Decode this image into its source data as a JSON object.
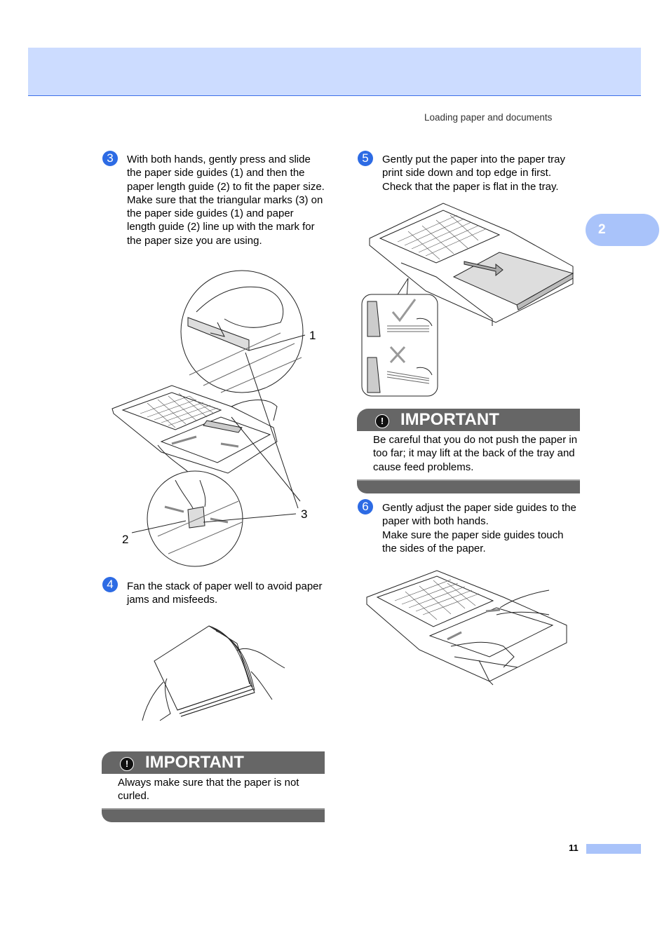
{
  "header": {
    "running_head": "Loading paper and documents"
  },
  "chapter_tab": {
    "number": "2"
  },
  "steps": [
    {
      "number": "3",
      "paragraphs": [
        "With both hands, gently press and slide the paper side guides (1) and then the paper length guide (2) to fit the paper size.",
        "Make sure that the triangular marks (3) on the paper side guides (1) and paper length guide (2) line up with the mark for the paper size you are using."
      ],
      "callouts": [
        "1",
        "2",
        "3"
      ]
    },
    {
      "number": "4",
      "paragraphs": [
        "Fan the stack of paper well to avoid paper jams and misfeeds."
      ]
    },
    {
      "number": "5",
      "paragraphs": [
        "Gently put the paper into the paper tray print side down and top edge in first. Check that the paper is flat in the tray."
      ]
    },
    {
      "number": "6",
      "paragraphs": [
        "Gently adjust the paper side guides to the paper with both hands.",
        "Make sure the paper side guides touch the sides of the paper."
      ]
    }
  ],
  "important": [
    {
      "title": "IMPORTANT",
      "icon": "exclamation-icon",
      "text": "Always make sure that the paper is not curled."
    },
    {
      "title": "IMPORTANT",
      "icon": "exclamation-icon",
      "text": "Be careful that you do not push the paper in too far; it may lift at the back of the tray and cause feed problems."
    }
  ],
  "footer": {
    "page_number": "11"
  },
  "colors": {
    "accent": "#2d6be4",
    "header_band": "#ccdcff",
    "tab": "#a9c3fa",
    "important_bar": "#666666"
  }
}
